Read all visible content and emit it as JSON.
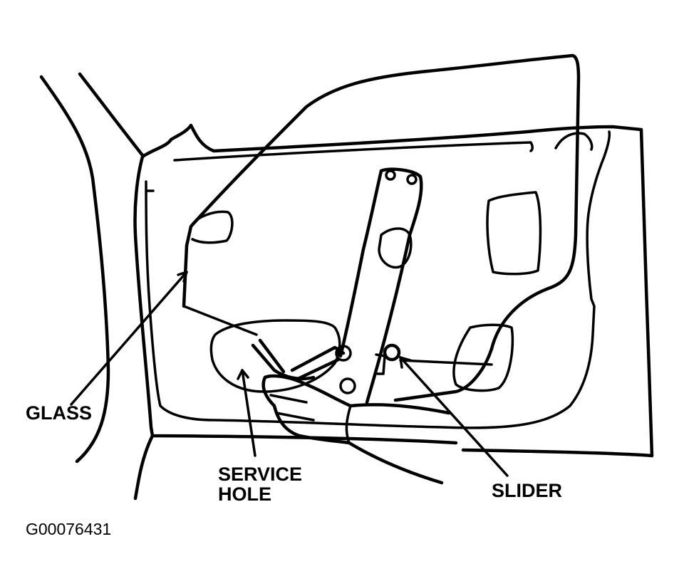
{
  "labels": {
    "glass": "GLASS",
    "service_hole": "SERVICE\nHOLE",
    "slider": "SLIDER"
  },
  "figure_id": "G00076431",
  "colors": {
    "ink": "#000000",
    "paper": "#ffffff"
  }
}
